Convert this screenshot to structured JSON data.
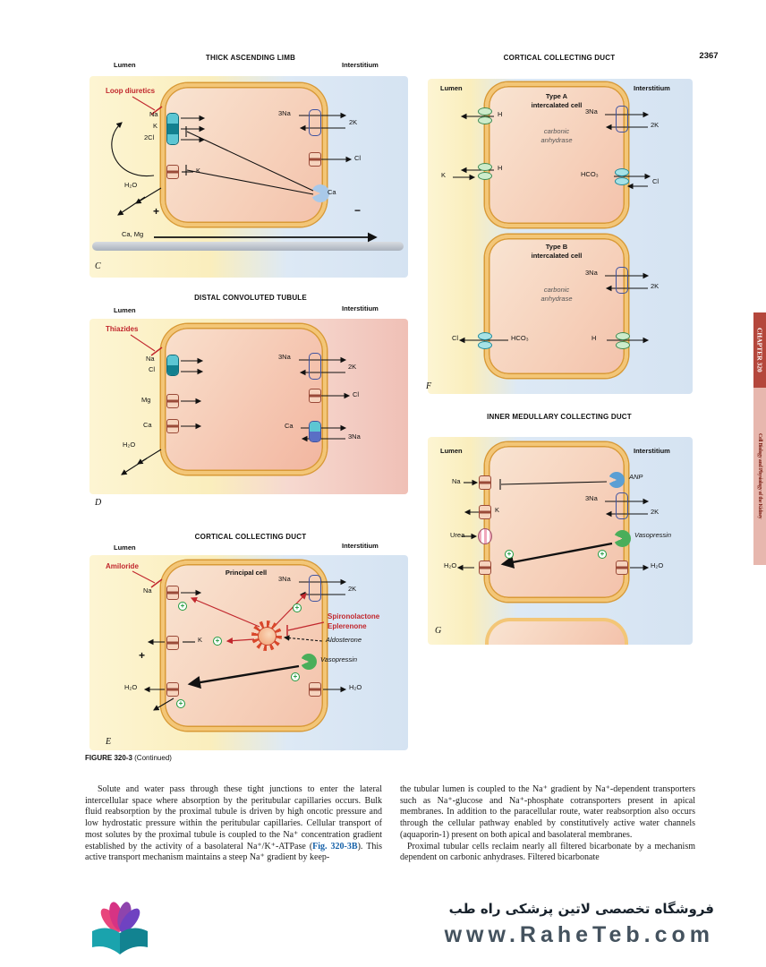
{
  "page": {
    "number": "2367",
    "caption_bold": "FIGURE 320-3",
    "caption_rest": "  (Continued)"
  },
  "sidebar": {
    "chapter": "CHAPTER 320",
    "chapter_title": "Cell Biology and Physiology of the Kidney"
  },
  "colors": {
    "drug_red": "#c1272d",
    "link_blue": "#1560a8",
    "stimulation_green": "#1f9a3f",
    "chapter_tab_red": "#b4473c",
    "chapter_tab_pink": "#e7b7ae",
    "membrane_orange": "#f3c677"
  },
  "panels": {
    "c": {
      "title": "THICK ASCENDING LIMB",
      "lumen": "Lumen",
      "interstitium": "Interstitium",
      "drug": "Loop diuretics",
      "nkcc_na": "Na",
      "nkcc_k": "K",
      "nkcc_2cl": "2Cl",
      "k_channel": "K",
      "h2o": "H₂O",
      "plus": "+",
      "minus": "−",
      "ca_mg": "Ca, Mg",
      "pump_3na": "3Na",
      "pump_2k": "2K",
      "cl": "Cl",
      "casr": "Ca",
      "letter": "C"
    },
    "d": {
      "title": "DISTAL CONVOLUTED TUBULE",
      "lumen": "Lumen",
      "interstitium": "Interstitium",
      "drug": "Thiazides",
      "ncc_na": "Na",
      "ncc_cl": "Cl",
      "mg": "Mg",
      "ca": "Ca",
      "h2o": "H₂O",
      "pump_3na": "3Na",
      "pump_2k": "2K",
      "cl": "Cl",
      "ncx_ca": "Ca",
      "ncx_3na": "3Na",
      "letter": "D"
    },
    "e": {
      "title": "CORTICAL COLLECTING DUCT",
      "lumen": "Lumen",
      "interstitium": "Interstitium",
      "drug": "Amiloride",
      "cell_name": "Principal cell",
      "na": "Na",
      "k": "K",
      "plus": "+",
      "pump_3na": "3Na",
      "pump_2k": "2K",
      "drug2_line1": "Spironolactone",
      "drug2_line2": "Eplerenone",
      "aldosterone": "Aldosterone",
      "vasopressin": "Vasopressin",
      "h2o_left": "H₂O",
      "h2o_right": "H₂O",
      "letter": "E"
    },
    "f": {
      "title": "CORTICAL COLLECTING DUCT",
      "lumen": "Lumen",
      "interstitium": "Interstitium",
      "type_a_line1": "Type A",
      "type_a_line2": "intercalated cell",
      "ca_a_line1": "carbonic",
      "ca_a_line2": "anhydrase",
      "type_b_line1": "Type B",
      "type_b_line2": "intercalated cell",
      "ca_b_line1": "carbonic",
      "ca_b_line2": "anhydrase",
      "h_top": "H",
      "h_mid": "H",
      "k": "K",
      "pump_a_3na": "3Na",
      "pump_a_2k": "2K",
      "hco3_a": "HCO₃",
      "cl_a": "Cl",
      "pump_b_3na": "3Na",
      "pump_b_2k": "2K",
      "cl_b": "Cl",
      "hco3_b": "HCO₃",
      "h_b": "H",
      "letter": "F"
    },
    "g": {
      "title": "INNER MEDULLARY COLLECTING DUCT",
      "lumen": "Lumen",
      "interstitium": "Interstitium",
      "na": "Na",
      "anp": "ANP",
      "k": "K",
      "pump_3na": "3Na",
      "pump_2k": "2K",
      "urea": "Urea",
      "vasopressin": "Vasopressin",
      "h2o_left": "H₂O",
      "h2o_right": "H₂O",
      "letter": "G"
    }
  },
  "body": {
    "left_para_a": "Solute and water pass through these tight junctions to enter the lateral intercellular space where absorption by the peritubular capillaries occurs. Bulk fluid reabsorption by the proximal tubule is driven by high oncotic pressure and low hydrostatic pressure within the peritubular capillaries. Cellular transport of most solutes by the proximal tubule is coupled to the Na⁺ concentration gradient established by the activity of a basolateral Na⁺/K⁺-ATPase (",
    "left_para_link": "Fig. 320-3B",
    "left_para_b": "). This active transport mechanism maintains a steep Na⁺ gradient by keep-",
    "right_para_1": "the tubular lumen is coupled to the Na⁺ gradient by Na⁺-dependent transporters such as Na⁺-glucose and Na⁺-phosphate cotransporters present in apical membranes. In addition to the paracellular route, water reabsorption also occurs through the cellular pathway enabled by constitutively active water channels (aquaporin-1) present on both apical and basolateral membranes.",
    "right_para_2": "Proximal tubular cells reclaim nearly all filtered bicarbonate by a mechanism dependent on carbonic anhydrases. Filtered bicarbonate"
  },
  "footer": {
    "persian": "فروشگاه تخصصی لاتین پزشکی  راه طب",
    "url": "www.RaheTeb.com"
  }
}
